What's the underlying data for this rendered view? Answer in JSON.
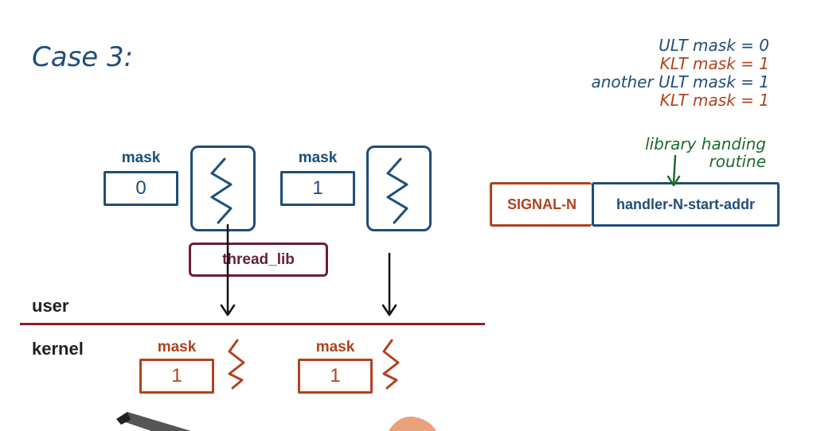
{
  "title": "Case 3:",
  "notes": [
    {
      "text": "ULT mask = 0",
      "color": "#1f4d78"
    },
    {
      "text": "KLT mask = 1",
      "color": "#b0421d"
    },
    {
      "text": "another ULT mask = 1",
      "color": "#1f4d78"
    },
    {
      "text": "KLT mask = 1",
      "color": "#b0421d"
    }
  ],
  "signal_annotation": {
    "line1": "library handing",
    "line2": "routine"
  },
  "signal_table": {
    "name": "SIGNAL-N",
    "handler": "handler-N-start-addr"
  },
  "user_threads": [
    {
      "mask_label": "mask",
      "mask_value": "0"
    },
    {
      "mask_label": "mask",
      "mask_value": "1"
    }
  ],
  "thread_lib": "thread_lib",
  "layers": {
    "user": "user",
    "kernel": "kernel"
  },
  "kernel_threads": [
    {
      "mask_label": "mask",
      "mask_value": "1"
    },
    {
      "mask_label": "mask",
      "mask_value": "1"
    }
  ],
  "colors": {
    "user_blue": "#1f4d78",
    "kernel_orange": "#b0421d",
    "lib_maroon": "#6b1e35",
    "annotation_green": "#1e6b2e"
  }
}
